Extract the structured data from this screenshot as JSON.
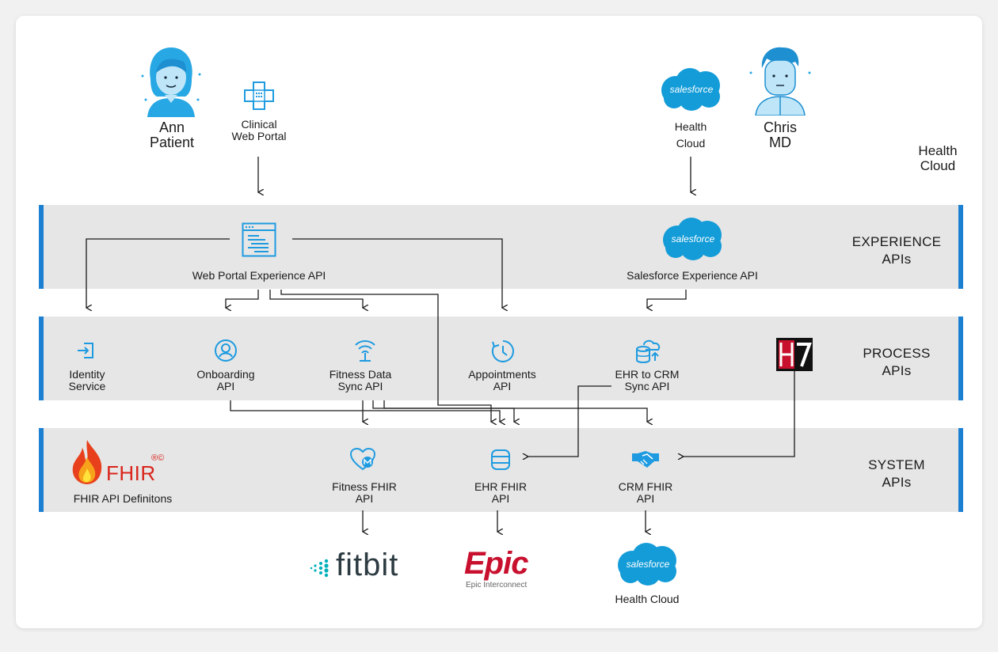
{
  "top": {
    "ann": "Ann\nPatient",
    "clinical_portal": "Clinical\nWeb Portal",
    "health_cloud_src": "Health\nCloud",
    "chris": "Chris\nMD",
    "corner_label": "Health\nCloud",
    "salesforce_logo_text": "salesforce"
  },
  "bands": {
    "experience": "EXPERIENCE\nAPIs",
    "process": "PROCESS\nAPIs",
    "system": "SYSTEM\nAPIs"
  },
  "experience": {
    "web_portal": "Web Portal Experience API",
    "salesforce": "Salesforce Experience API"
  },
  "process": {
    "identity": "Identity\nService",
    "onboarding": "Onboarding\nAPI",
    "fitness_sync": "Fitness Data\nSync API",
    "appointments": "Appointments\nAPI",
    "ehr_crm": "EHR to CRM\nSync API"
  },
  "system": {
    "fhir_logo": "FHIR",
    "fhir_marks": "®©",
    "fhir_defs": "FHIR API Definitons",
    "fitness_fhir": "Fitness FHIR\nAPI",
    "ehr_fhir": "EHR FHIR\nAPI",
    "crm_fhir": "CRM FHIR\nAPI"
  },
  "bottom": {
    "fitbit": "fitbit",
    "epic": "Epic",
    "epic_sub": "Epic Interconnect",
    "health_cloud": "Health Cloud"
  },
  "colors": {
    "accent": "#1b7fd2",
    "icon_blue": "#1e9be0",
    "band_gray": "#e6e6e6",
    "salesforce_blue": "#139cd8",
    "epic_red": "#c8102e",
    "fitbit_teal": "#00b0b9"
  }
}
